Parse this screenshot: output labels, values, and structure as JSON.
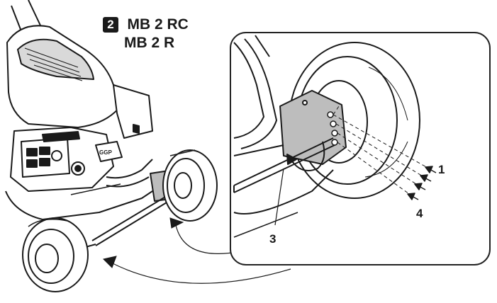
{
  "header": {
    "step_number": "2",
    "models": [
      "MB 2 RC",
      "MB 2 R"
    ]
  },
  "callouts": {
    "c1": "1",
    "c3": "3",
    "c4": "4"
  },
  "colors": {
    "line": "#1a1a1a",
    "shade": "#bdbdbd",
    "panel_stroke": "#222222"
  }
}
